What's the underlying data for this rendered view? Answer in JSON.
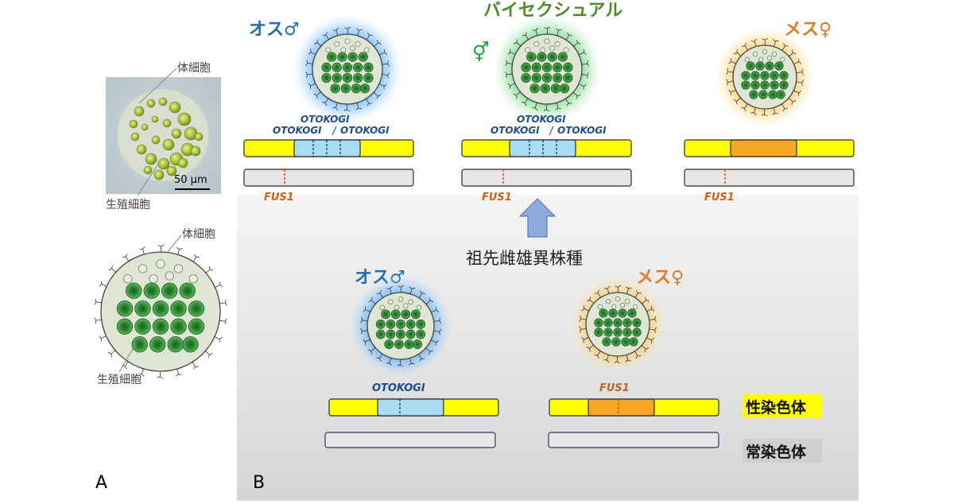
{
  "panel_a": {
    "label": "A",
    "photo_label_somatic": "体細胞",
    "photo_label_germ": "生殖細胞",
    "scale_bar": "50 μm",
    "drawing_label_somatic": "体細胞",
    "drawing_label_germ": "生殖細胞"
  },
  "panel_b": {
    "label": "B",
    "top": {
      "male": {
        "title": "オス♂",
        "gene_upper": "OTOKOGI",
        "gene_left": "OTOKOGI",
        "gene_right": "OTOKOGI",
        "autosome_gene": "FUS1"
      },
      "bisexual": {
        "title": "バイセクシュアル",
        "symbol": "⚥",
        "gene_upper": "OTOKOGI",
        "gene_left": "OTOKOGI",
        "gene_right": "OTOKOGI",
        "autosome_gene": "FUS1"
      },
      "female": {
        "title": "メス♀",
        "autosome_gene": "FUS1"
      }
    },
    "ancestor_label": "祖先雌雄異株種",
    "bottom": {
      "male": {
        "title": "オス♂",
        "gene": "OTOKOGI"
      },
      "female": {
        "title": "メス♀",
        "gene": "FUS1"
      }
    },
    "legend": {
      "sex_chromosome": "性染色体",
      "autosome": "常染色体"
    }
  },
  "colors": {
    "male": "#1f6fb4",
    "bisexual": "#4f8a2b",
    "bisexual_symbol": "#1aa34a",
    "female": "#e07b20",
    "gene_blue": "#1f4e8c",
    "gene_orange": "#c8621a",
    "sex_chromosome": "#ffff00",
    "otokogi_region": "#a8dcf5",
    "female_region": "#f5a623",
    "autosome": "#e6e6e6",
    "arrow": "#8faadc"
  }
}
